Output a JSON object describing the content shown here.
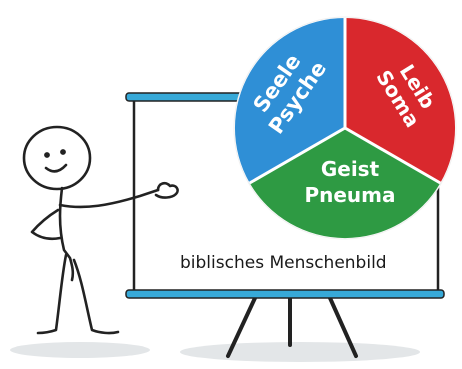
{
  "diagram": {
    "segments": [
      {
        "id": "seele",
        "line1": "Seele",
        "line2": "Psyche",
        "color": "#2f8fd6"
      },
      {
        "id": "leib",
        "line1": "Leib",
        "line2": "Soma",
        "color": "#d9282d"
      },
      {
        "id": "geist",
        "line1": "Geist",
        "line2": "Pneuma",
        "color": "#2e9a43"
      }
    ],
    "caption": "biblisches Menschenbild"
  },
  "colors": {
    "board_frame": "#37a9d8",
    "board_fill": "#ffffff",
    "stroke": "#222222"
  }
}
